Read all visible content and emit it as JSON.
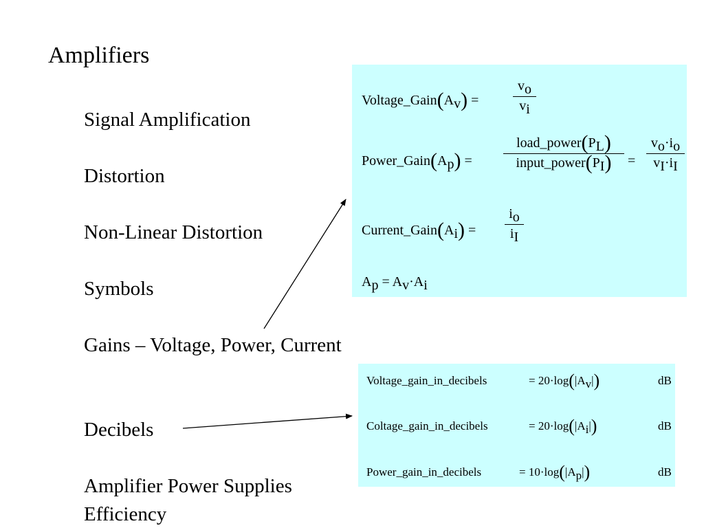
{
  "title": "Amplifiers",
  "bullets": {
    "signal": "Signal Amplification",
    "distortion": "Distortion",
    "nonlinear": "Non-Linear Distortion",
    "symbols": "Symbols",
    "gains": "Gains – Voltage, Power, Current",
    "decibels": "Decibels",
    "supplies": "Amplifier Power Supplies",
    "efficiency": "Efficiency"
  },
  "gain_formulas": {
    "voltage": {
      "name": "Voltage_Gain",
      "symbol": "A",
      "sub": "v",
      "num": "v",
      "num_sub": "o",
      "den": "v",
      "den_sub": "i"
    },
    "power": {
      "name": "Power_Gain",
      "symbol": "A",
      "sub": "p",
      "num_text": "load_power",
      "num_p": "P",
      "num_p_sub": "L",
      "den_text": "input_power",
      "den_p": "P",
      "den_p_sub": "I",
      "num2": "v",
      "num2_sub": "o",
      "num2_b": "i",
      "num2_b_sub": "o",
      "den2": "v",
      "den2_sub": "I",
      "den2_b": "i",
      "den2_b_sub": "I"
    },
    "current": {
      "name": "Current_Gain",
      "symbol": "A",
      "sub": "i",
      "num": "i",
      "num_sub": "o",
      "den": "i",
      "den_sub": "I"
    },
    "product": {
      "lhs": "A",
      "lhs_sub": "p",
      "r1": "A",
      "r1_sub": "v",
      "r2": "A",
      "r2_sub": "i"
    }
  },
  "decibel_formulas": [
    {
      "name": "Voltage_gain_in_decibels",
      "coef": "20",
      "symbol": "A",
      "sub": "v",
      "unit": "dB"
    },
    {
      "name": "Coltage_gain_in_decibels",
      "coef": "20",
      "symbol": "A",
      "sub": "i",
      "unit": "dB"
    },
    {
      "name": "Power_gain_in_decibels",
      "coef": "10",
      "symbol": "A",
      "sub": "p",
      "unit": "dB"
    }
  ],
  "colors": {
    "box_fill": "#ccffff",
    "text": "#000000"
  }
}
